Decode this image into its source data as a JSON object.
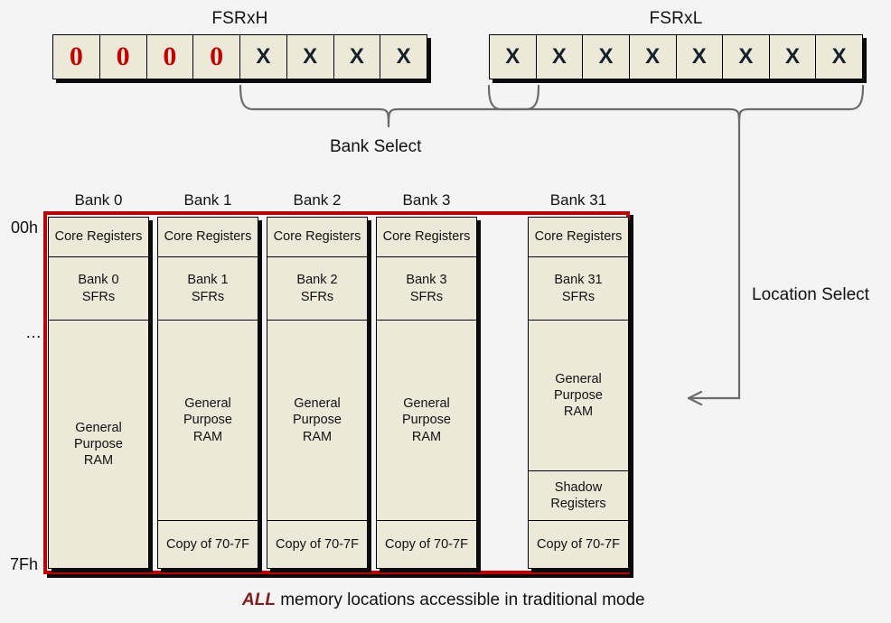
{
  "registers": [
    {
      "name": "FSRxH",
      "title": "FSRxH",
      "bits": [
        {
          "value": "0",
          "kind": "zero"
        },
        {
          "value": "0",
          "kind": "zero"
        },
        {
          "value": "0",
          "kind": "zero"
        },
        {
          "value": "0",
          "kind": "zero"
        },
        {
          "value": "X",
          "kind": "x"
        },
        {
          "value": "X",
          "kind": "x"
        },
        {
          "value": "X",
          "kind": "x"
        },
        {
          "value": "X",
          "kind": "x"
        }
      ]
    },
    {
      "name": "FSRxL",
      "title": "FSRxL",
      "bits": [
        {
          "value": "X",
          "kind": "x"
        },
        {
          "value": "X",
          "kind": "x"
        },
        {
          "value": "X",
          "kind": "x"
        },
        {
          "value": "X",
          "kind": "x"
        },
        {
          "value": "X",
          "kind": "x"
        },
        {
          "value": "X",
          "kind": "x"
        },
        {
          "value": "X",
          "kind": "x"
        },
        {
          "value": "X",
          "kind": "x"
        }
      ]
    }
  ],
  "annotations": {
    "bank_select": "Bank Select",
    "location_select": "Location Select"
  },
  "address_labels": {
    "top": "00h",
    "middle": "…",
    "bottom": "7Fh"
  },
  "memory_map": {
    "banks": [
      {
        "label": "Bank 0",
        "sections": [
          {
            "text": "Core Registers"
          },
          {
            "text": "Bank 0\nSFRs"
          },
          {
            "text": "General\nPurpose\nRAM"
          }
        ]
      },
      {
        "label": "Bank 1",
        "sections": [
          {
            "text": "Core Registers"
          },
          {
            "text": "Bank 1\nSFRs"
          },
          {
            "text": "General\nPurpose\nRAM"
          },
          {
            "text": "Copy of 70-7F"
          }
        ]
      },
      {
        "label": "Bank 2",
        "sections": [
          {
            "text": "Core Registers"
          },
          {
            "text": "Bank 2\nSFRs"
          },
          {
            "text": "General\nPurpose\nRAM"
          },
          {
            "text": "Copy of 70-7F"
          }
        ]
      },
      {
        "label": "Bank 3",
        "sections": [
          {
            "text": "Core Registers"
          },
          {
            "text": "Bank 3\nSFRs"
          },
          {
            "text": "General\nPurpose\nRAM"
          },
          {
            "text": "Copy of 70-7F"
          }
        ]
      },
      {
        "label": "Bank 31",
        "sections": [
          {
            "text": "Core Registers"
          },
          {
            "text": "Bank 31\nSFRs"
          },
          {
            "text": "General\nPurpose\nRAM"
          },
          {
            "text": "Shadow\nRegisters"
          },
          {
            "text": "Copy of 70-7F"
          }
        ]
      }
    ]
  },
  "caption": {
    "emphasis": "ALL",
    "rest": " memory locations accessible in traditional  mode"
  },
  "colors": {
    "accent_red": "#C00000",
    "cell_fill": "#ECE9D8",
    "background": "#f4f4f4",
    "connector": "#6b6b6b",
    "emphasis_text": "#7B2020"
  }
}
